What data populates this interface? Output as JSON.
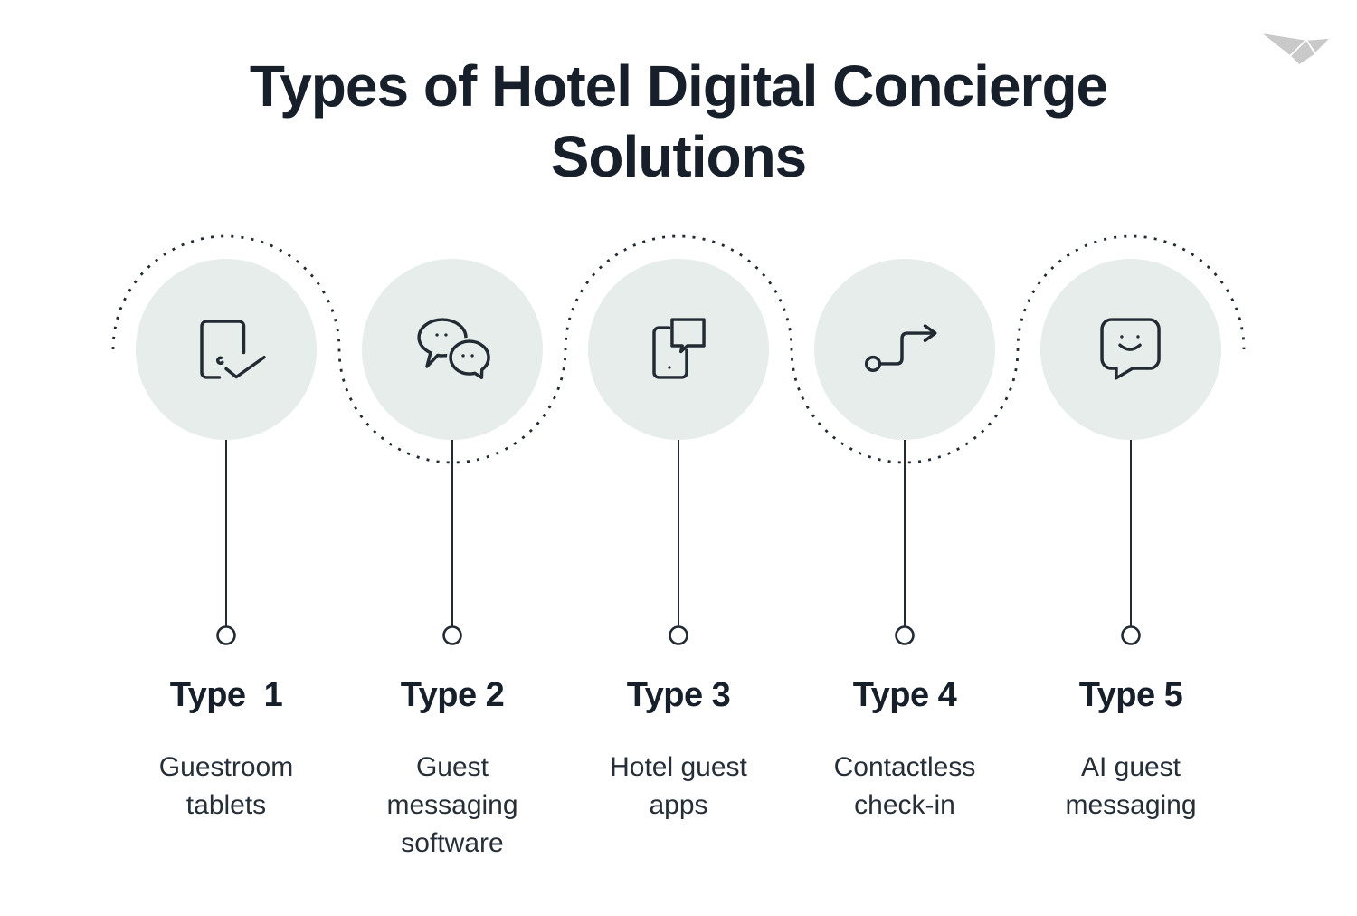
{
  "title": "Types of Hotel Digital Concierge Solutions",
  "brand": {
    "logo": "origami-bird-logo"
  },
  "steps": [
    {
      "type_label": "Type  1",
      "description": "Guestroom tablets",
      "icon": "tablet-checkmark-icon"
    },
    {
      "type_label": "Type 2",
      "description": "Guest messaging software",
      "icon": "chat-bubbles-icon"
    },
    {
      "type_label": "Type 3",
      "description": "Hotel guest apps",
      "icon": "phone-message-icon"
    },
    {
      "type_label": "Type 4",
      "description": "Contactless check-in",
      "icon": "route-arrow-icon"
    },
    {
      "type_label": "Type 5",
      "description": "AI guest messaging",
      "icon": "smiley-message-icon"
    }
  ],
  "colors": {
    "ink": "#222a33",
    "heading": "#171f2a",
    "body_text": "#262f38",
    "circle_fill": "#e6edeb",
    "logo_gray": "#c9c9c9",
    "background": "#ffffff"
  }
}
